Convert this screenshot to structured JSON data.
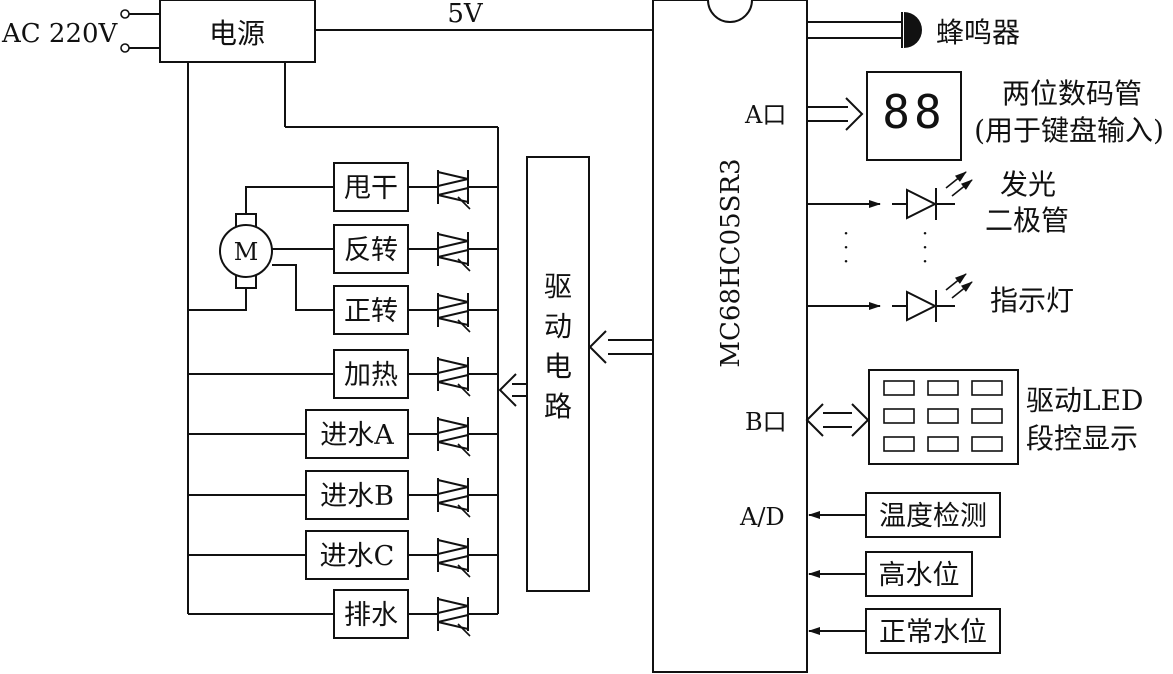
{
  "power": {
    "source_label": "AC 220V",
    "box_label": "电源",
    "rail_label": "5V"
  },
  "mcu": {
    "label": "MC68HC05SR3",
    "port_a": "A口",
    "port_b": "B口",
    "adc": "A/D"
  },
  "outputs": {
    "buzzer": "蜂鸣器",
    "display_line1": "两位数码管",
    "display_line2": "(用于键盘输入)",
    "led_line1": "发光",
    "led_line2": "二极管",
    "indicator": "指示灯",
    "led_drive_line1": "驱动LED",
    "led_drive_line2": "段控显示",
    "digits": "88"
  },
  "driver": {
    "chars": [
      "驱",
      "动",
      "电",
      "路"
    ]
  },
  "motor": {
    "label": "M"
  },
  "loads": [
    {
      "label": "甩干"
    },
    {
      "label": "反转"
    },
    {
      "label": "正转"
    },
    {
      "label": "加热"
    },
    {
      "label": "进水A"
    },
    {
      "label": "进水B"
    },
    {
      "label": "进水C"
    },
    {
      "label": "排水"
    }
  ],
  "sensors": [
    {
      "label": "温度检测"
    },
    {
      "label": "高水位"
    },
    {
      "label": "正常水位"
    }
  ],
  "ellipsis": "·"
}
